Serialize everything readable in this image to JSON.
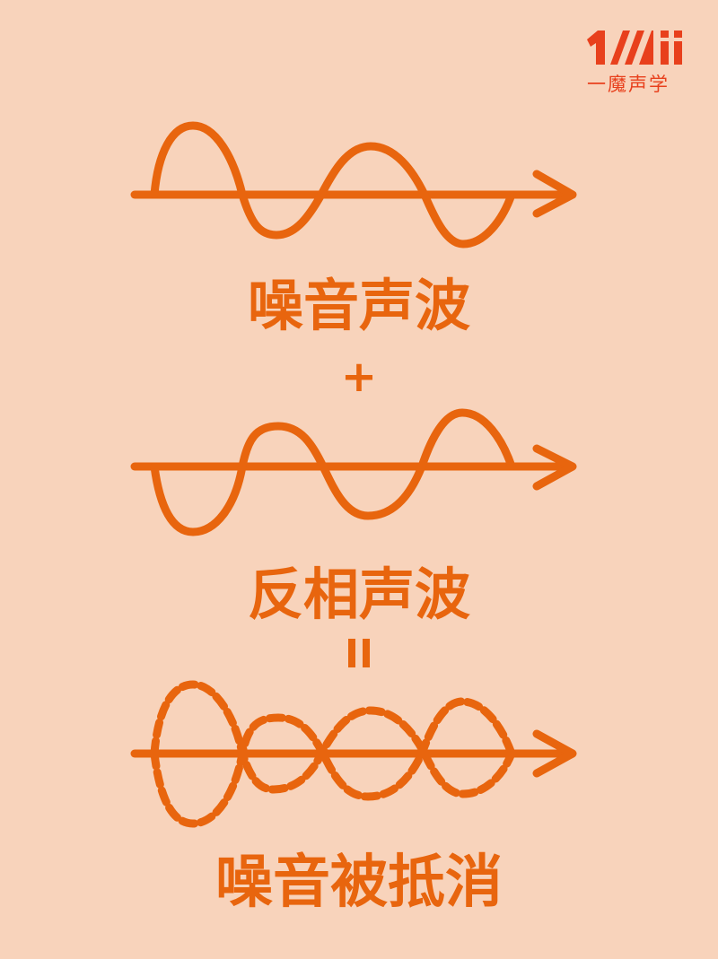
{
  "brand": {
    "mark": "1Mii",
    "name": "一魔声学",
    "color": "#e8401c"
  },
  "colors": {
    "background": "#f8d3bb",
    "stroke": "#e8650e"
  },
  "diagram": {
    "steps": [
      {
        "label": "噪音声波",
        "wave": "noise-wave",
        "style": "solid"
      },
      {
        "operator": "+"
      },
      {
        "label": "反相声波",
        "wave": "inverted-wave",
        "style": "solid"
      },
      {
        "operator": "="
      },
      {
        "label": "噪音被抵消",
        "wave": "cancelled-wave",
        "style": "dashed"
      }
    ]
  }
}
